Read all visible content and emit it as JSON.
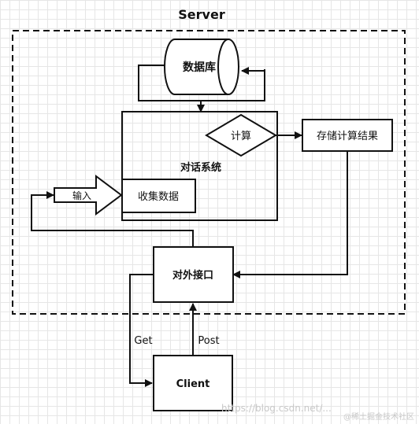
{
  "title": "Server",
  "nodes": {
    "database": "数据库",
    "compute": "计算",
    "store_result": "存储计算结果",
    "dialog_system": "对话系统",
    "collect_data": "收集数据",
    "input": "输入",
    "external_interface": "对外接口",
    "client": "Client"
  },
  "edges": {
    "get": "Get",
    "post": "Post"
  },
  "watermarks": {
    "blog": "https://blog.csdn.net/...",
    "community": "@稀土掘金技术社区"
  }
}
